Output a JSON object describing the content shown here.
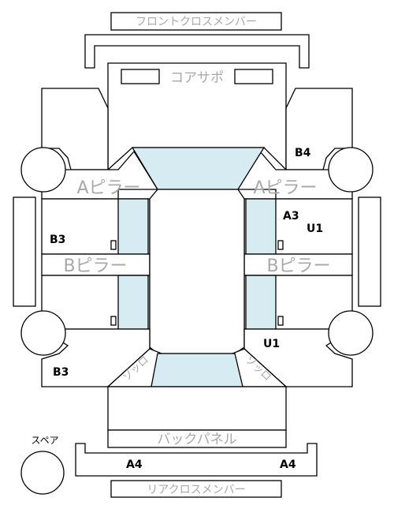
{
  "labels": {
    "front_cross_member": "フロントクロスメンバー",
    "core_support": "コアサポ",
    "a_pillar_left": "Aピラー",
    "a_pillar_right": "Aピラー",
    "b_pillar_left": "Bピラー",
    "b_pillar_right": "Bピラー",
    "rear_left": "ゾッロ",
    "rear_right": "ゾッロ",
    "back_panel": "バックパネル",
    "rear_cross_member": "リアクロスメンバー",
    "spare": "スペア"
  },
  "damage_codes": {
    "b4": "B4",
    "a3": "A3",
    "u1_right_mid": "U1",
    "b3_left_mid": "B3",
    "u1_right_low": "U1",
    "b3_left_low": "B3",
    "a4_left": "A4",
    "a4_right": "A4"
  },
  "colors": {
    "line": "#000000",
    "glass": "#d7ebf2",
    "label_gray": "#a8a8a8",
    "background": "#ffffff"
  }
}
